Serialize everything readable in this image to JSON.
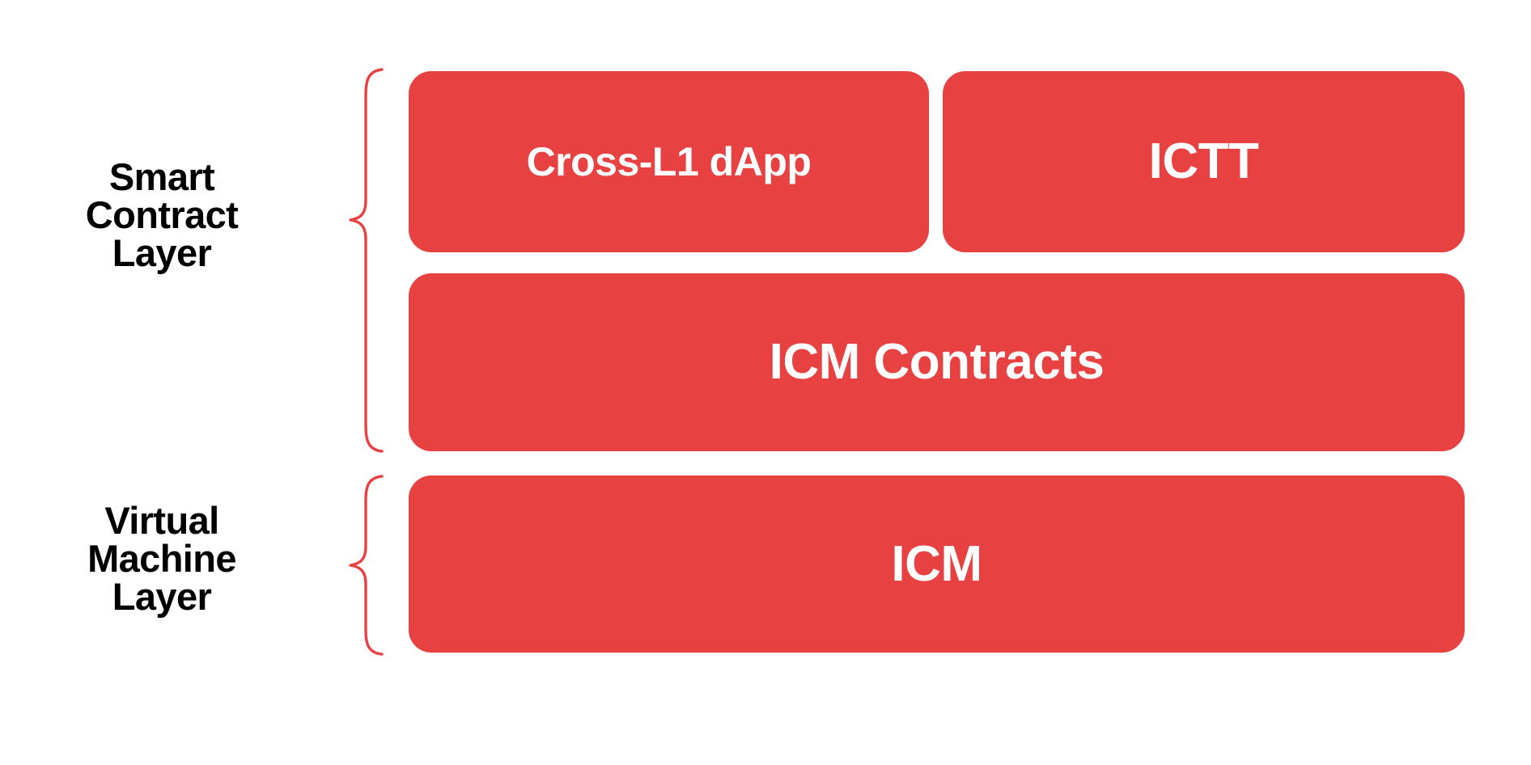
{
  "diagram": {
    "title": "Layered Architecture Diagram",
    "background_color": "#FFFFFF",
    "accent_color": "#E84142",
    "box_fill_color": "#E84142",
    "box_text_color": "#FFFFFF",
    "label_text_color": "#000000",
    "brace_stroke_color": "#E84142"
  },
  "groups": [
    {
      "id": "smart-contract-layer",
      "label": "Smart\nContract\nLayer",
      "label_lines": [
        "Smart",
        "Contract",
        "Layer"
      ],
      "brace_name": "curly-brace-icon",
      "node_ids": [
        "cross-l1-dapp",
        "ictt",
        "icm-contracts"
      ]
    },
    {
      "id": "virtual-machine-layer",
      "label": "Virtual\nMachine\nLayer",
      "label_lines": [
        "Virtual",
        "Machine",
        "Layer"
      ],
      "brace_name": "curly-brace-icon",
      "node_ids": [
        "icm"
      ]
    }
  ],
  "nodes": [
    {
      "id": "cross-l1-dapp",
      "label": "Cross-L1 dApp",
      "row": 1,
      "column": 1,
      "group": "smart-contract-layer"
    },
    {
      "id": "ictt",
      "label": "ICTT",
      "row": 1,
      "column": 2,
      "group": "smart-contract-layer"
    },
    {
      "id": "icm-contracts",
      "label": "ICM Contracts",
      "row": 2,
      "column": 0,
      "group": "smart-contract-layer"
    },
    {
      "id": "icm",
      "label": "ICM",
      "row": 3,
      "column": 0,
      "group": "virtual-machine-layer"
    }
  ]
}
